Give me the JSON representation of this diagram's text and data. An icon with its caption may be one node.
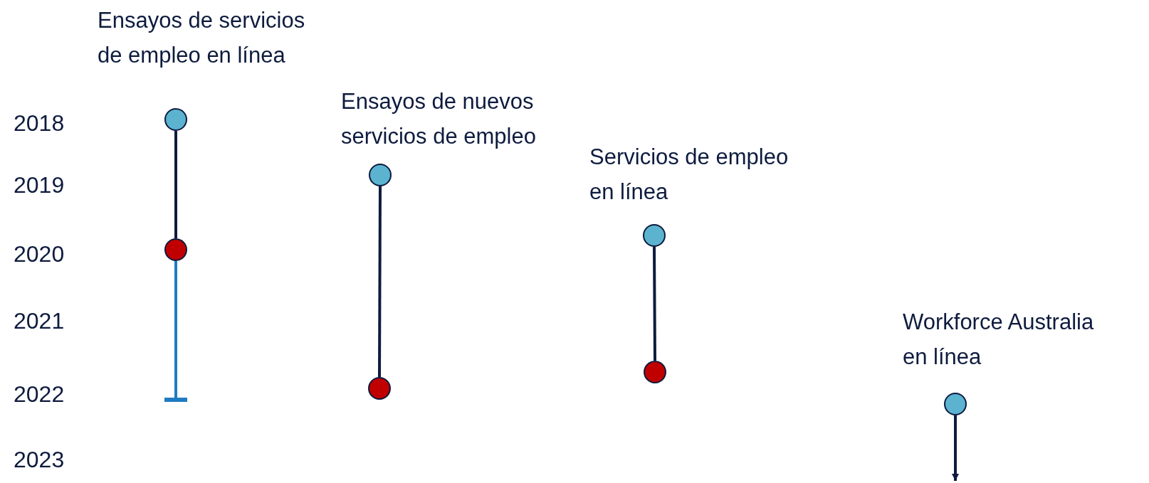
{
  "diagram": {
    "nodes": [
      {
        "text": [],
        "shape": "circle",
        "beside": [
          "Ensayos de servicios de empleo en línea"
        ]
      },
      {
        "text": [],
        "shape": "circle"
      },
      {
        "text": [],
        "shape": "circle",
        "beside": [
          "Ensayos de nuevos servicios de empleo"
        ]
      },
      {
        "text": [],
        "shape": "circle"
      },
      {
        "text": [],
        "shape": "circle",
        "beside": [
          "Servicios de empleo en línea"
        ]
      },
      {
        "text": [],
        "shape": "circle"
      },
      {
        "text": [],
        "shape": "circle",
        "beside": [
          "Workforce Australia en línea"
        ]
      },
      {
        "text": [],
        "shape": "bar"
      }
    ],
    "edges": [
      {
        "from": 0,
        "to": 1,
        "arrow": "none"
      },
      {
        "from": 1,
        "to": 7,
        "arrow": "none",
        "color": "#1f7cc1"
      },
      {
        "from": 2,
        "to": 3,
        "arrow": "none"
      },
      {
        "from": 4,
        "to": 5,
        "arrow": "none"
      },
      {
        "from": 6,
        "to": null,
        "arrow": "to"
      }
    ],
    "labels": [
      "2018",
      "2019",
      "2020",
      "2021",
      "2022",
      "2023"
    ]
  }
}
